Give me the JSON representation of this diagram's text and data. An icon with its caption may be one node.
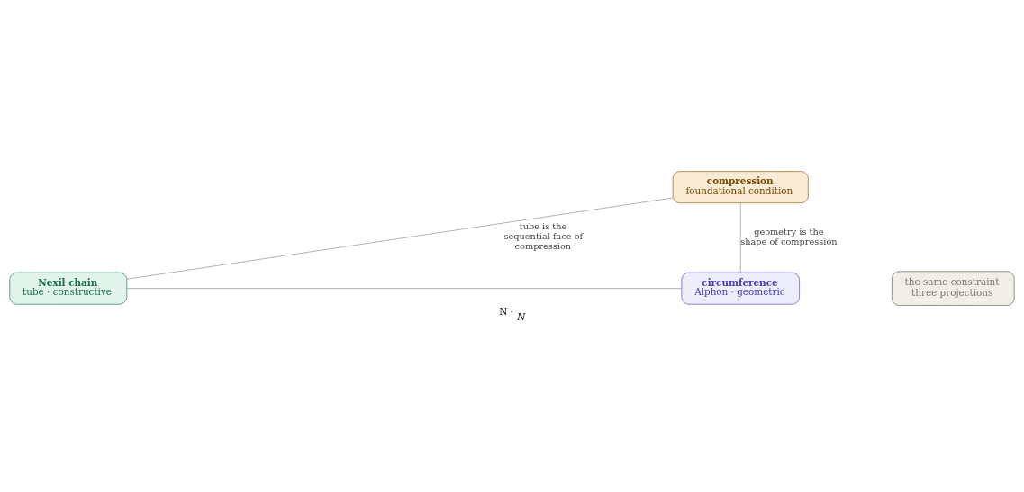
{
  "diagram": {
    "caption": "N · $_{N}$",
    "nodes": [
      {
        "text": [
          "compression",
          "foundational condition"
        ]
      },
      {
        "text": [
          "Nexil chain",
          "tube · constructive"
        ]
      },
      {
        "text": [
          "circumference",
          "Alphon · geometric"
        ]
      },
      {
        "text": [
          "the same constraint three projections"
        ]
      }
    ],
    "edges": [
      {
        "from": 0,
        "to": 1,
        "arrow": "none",
        "label": "tube is the sequential face of compression"
      },
      {
        "from": 0,
        "to": 2,
        "arrow": "none",
        "label": "geometry is the shape of compression"
      },
      {
        "from": 1,
        "to": 2,
        "arrow": "none"
      }
    ]
  }
}
